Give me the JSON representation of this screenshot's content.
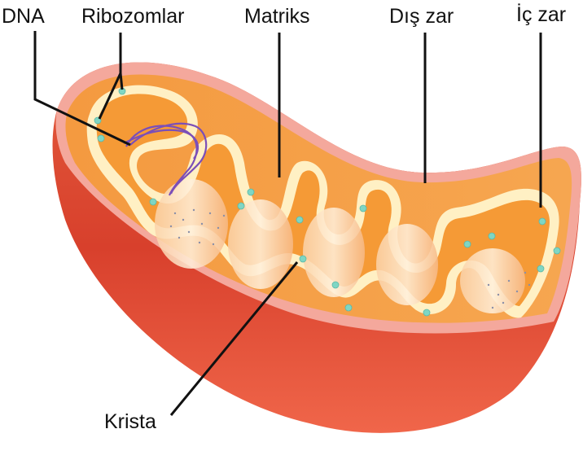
{
  "labels": {
    "dna": "DNA",
    "ribosomes": "Ribozomlar",
    "matrix": "Matriks",
    "outer_membrane": "Dış zar",
    "inner_membrane": "İç zar",
    "crista": "Krista"
  },
  "colors": {
    "outer_shell": "#e2513a",
    "outer_rim": "#f3a49a",
    "intermembrane": "#f7a14d",
    "inner_membrane": "#fff0c4",
    "matrix": "#f59a36",
    "ribosome": "#7fd6c4",
    "dna": "#7b4fb8",
    "leader_line": "#111111"
  }
}
